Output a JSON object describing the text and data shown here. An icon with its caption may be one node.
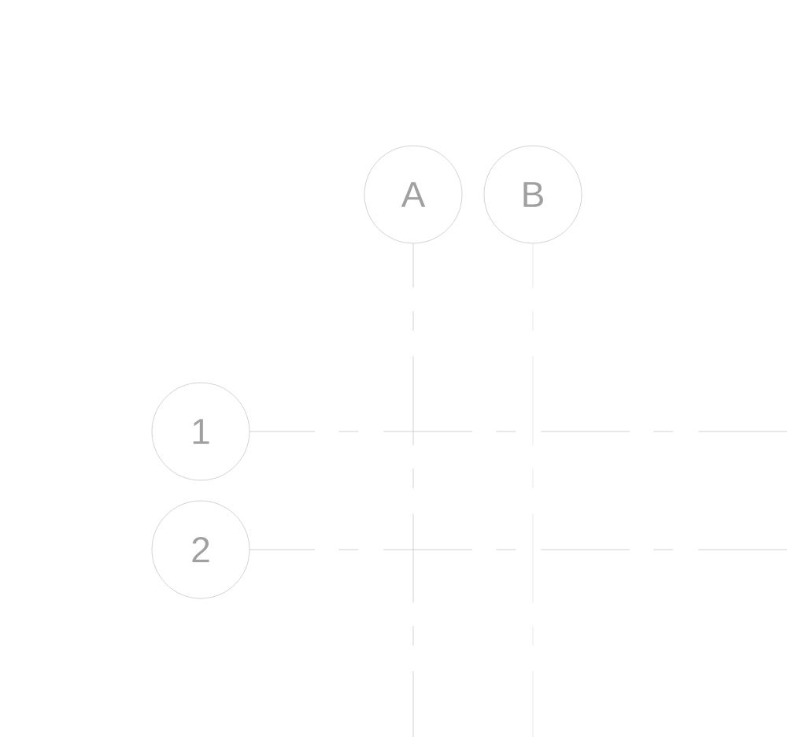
{
  "diagram": {
    "nodes": [
      {
        "text": [
          "A"
        ]
      },
      {
        "text": [
          "B"
        ]
      },
      {
        "text": [
          "1"
        ]
      },
      {
        "text": [
          "2"
        ]
      }
    ],
    "edges": [
      {
        "from": 0,
        "to": null,
        "arrow": "none",
        "style": "dashed"
      },
      {
        "from": 1,
        "to": null,
        "arrow": "none",
        "style": "dashed"
      },
      {
        "from": 2,
        "to": null,
        "arrow": "none",
        "style": "dashed"
      },
      {
        "from": 3,
        "to": null,
        "arrow": "none",
        "style": "dashed"
      }
    ]
  }
}
